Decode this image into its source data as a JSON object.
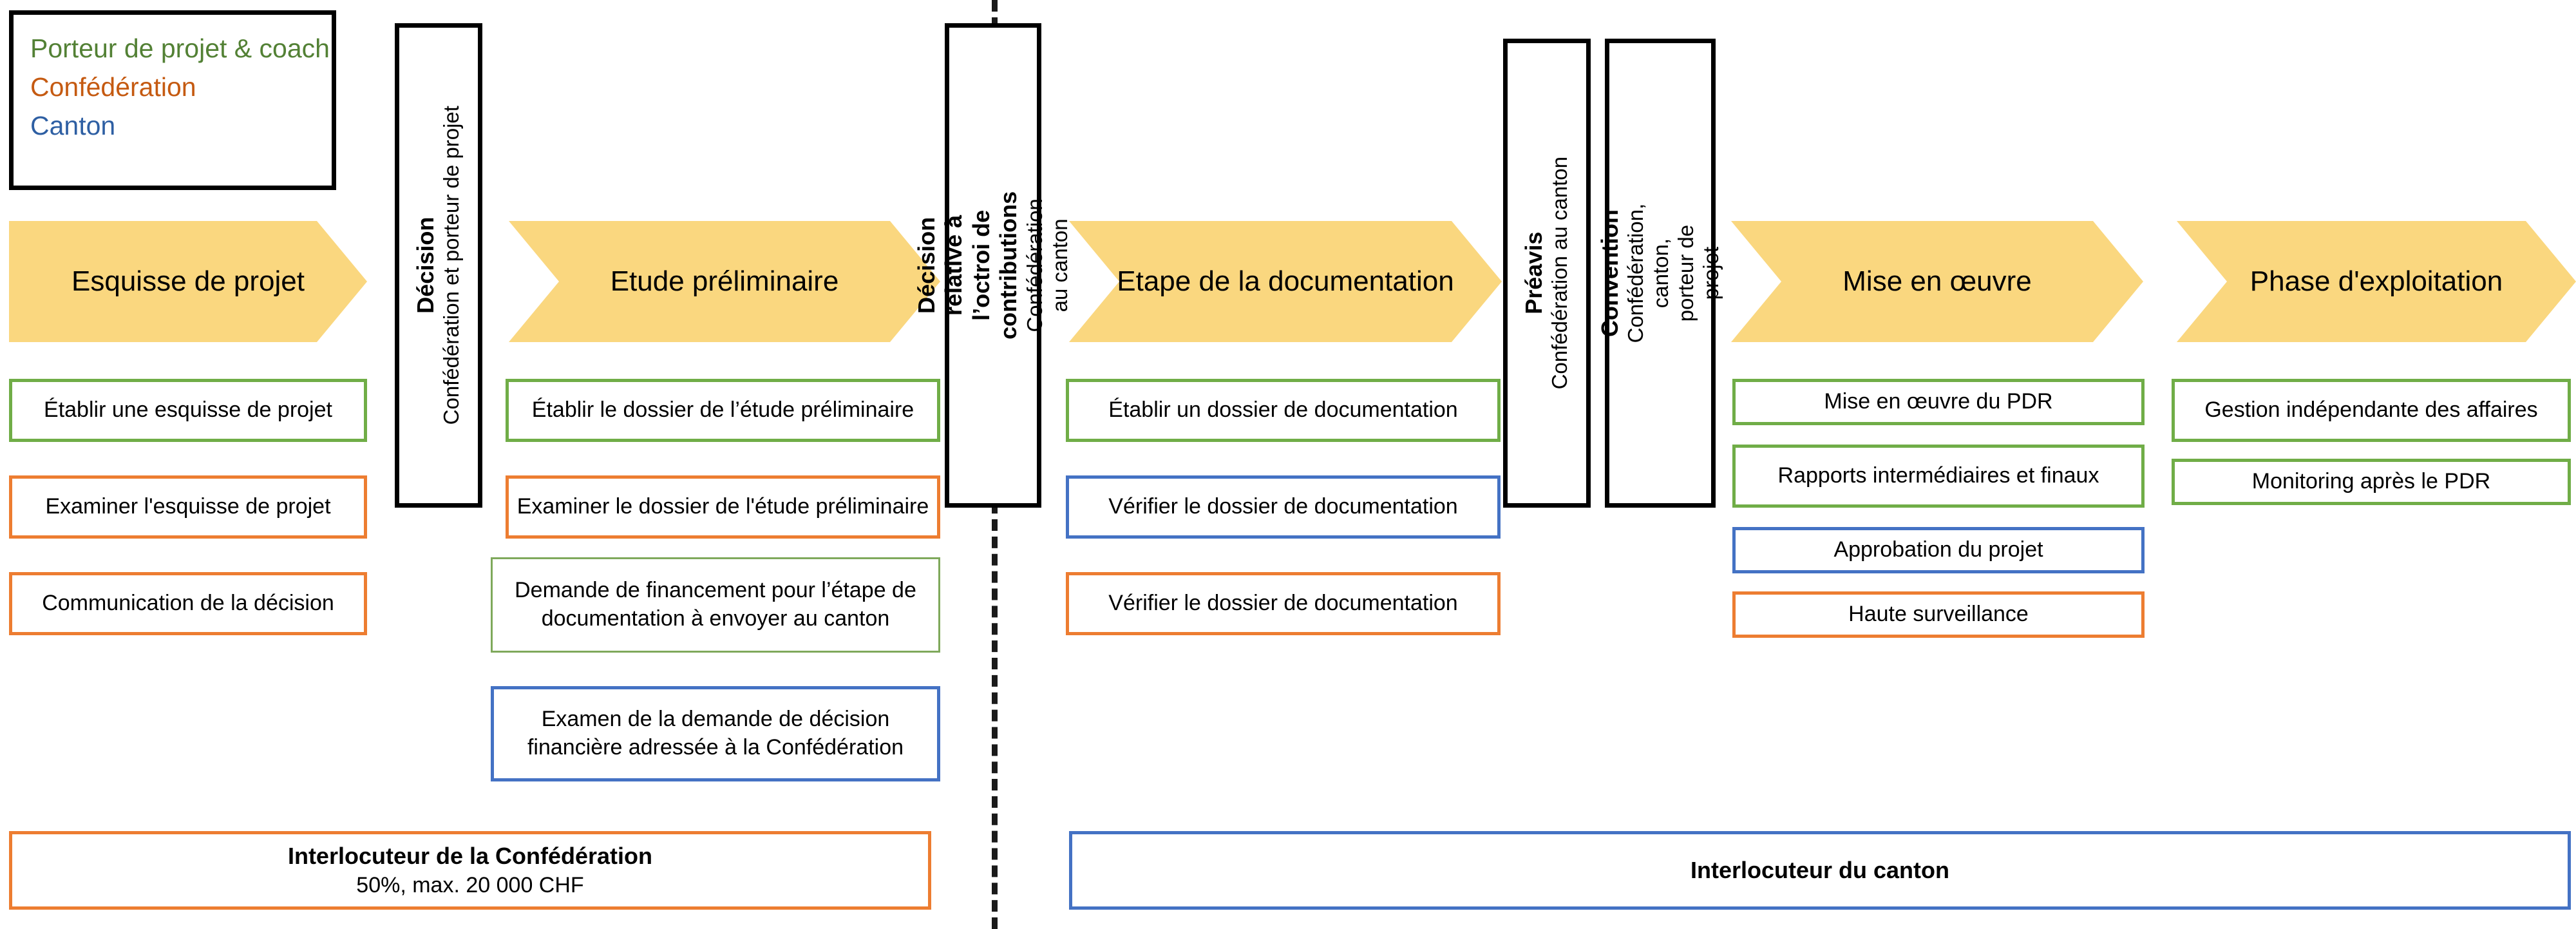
{
  "legend": {
    "lines": [
      {
        "text": "Porteur de projet & coach",
        "color": "#538135"
      },
      {
        "text": "Confédération",
        "color": "#C55A11"
      },
      {
        "text": "Canton",
        "color": "#2E5FA3"
      }
    ]
  },
  "colors": {
    "arrow_fill": "#FAD77F",
    "green": "#70AD47",
    "orange": "#ED7D31",
    "blue": "#4472C4",
    "black": "#000000"
  },
  "phases": [
    {
      "label": "Esquisse de projet"
    },
    {
      "label": "Etude préliminaire"
    },
    {
      "label": "Etape de la\ndocumentation"
    },
    {
      "label": "Mise en œuvre"
    },
    {
      "label": "Phase\nd'exploitation"
    }
  ],
  "gates": [
    {
      "title": "Décision",
      "subtitle": "Confédération et porteur de projet"
    },
    {
      "title": "Décision relative à l’octroi de contributions",
      "subtitle": "Confédération au canton"
    },
    {
      "title": "Préavis",
      "subtitle": "Confédération au canton"
    },
    {
      "title": "Convention",
      "subtitle": "Confédération, canton, porteur de projet"
    }
  ],
  "tasks": {
    "esquisse": [
      {
        "text": "Établir une esquisse de projet",
        "border": "green"
      },
      {
        "text": "Examiner l'esquisse de projet",
        "border": "orange"
      },
      {
        "text": "Communication de la décision",
        "border": "orange"
      }
    ],
    "etude": [
      {
        "text": "Établir le dossier de l’étude préliminaire",
        "border": "green"
      },
      {
        "text": "Examiner le dossier de l'étude préliminaire",
        "border": "orange"
      },
      {
        "text": "Demande de financement pour l’étape de documentation à envoyer au canton",
        "border": "green-thin"
      },
      {
        "text": "Examen de la demande de décision financière adressée à la Confédération",
        "border": "blue"
      }
    ],
    "documentation": [
      {
        "text": "Établir un dossier de documentation",
        "border": "green"
      },
      {
        "text": "Vérifier le dossier de documentation",
        "border": "blue"
      },
      {
        "text": "Vérifier le dossier de documentation",
        "border": "orange"
      }
    ],
    "mise_en_oeuvre": [
      {
        "text": "Mise en œuvre du PDR",
        "border": "green"
      },
      {
        "text": "Rapports intermédiaires et finaux",
        "border": "green"
      },
      {
        "text": "Approbation du projet",
        "border": "blue"
      },
      {
        "text": "Haute surveillance",
        "border": "orange"
      }
    ],
    "exploitation": [
      {
        "text": "Gestion indépendante des affaires",
        "border": "green"
      },
      {
        "text": "Monitoring après le PDR",
        "border": "green"
      }
    ]
  },
  "footers": [
    {
      "title": "Interlocuteur de la Confédération",
      "subtitle": "50%, max. 20 000 CHF",
      "border": "orange"
    },
    {
      "title": "Interlocuteur du canton",
      "subtitle": "",
      "border": "blue"
    }
  ]
}
